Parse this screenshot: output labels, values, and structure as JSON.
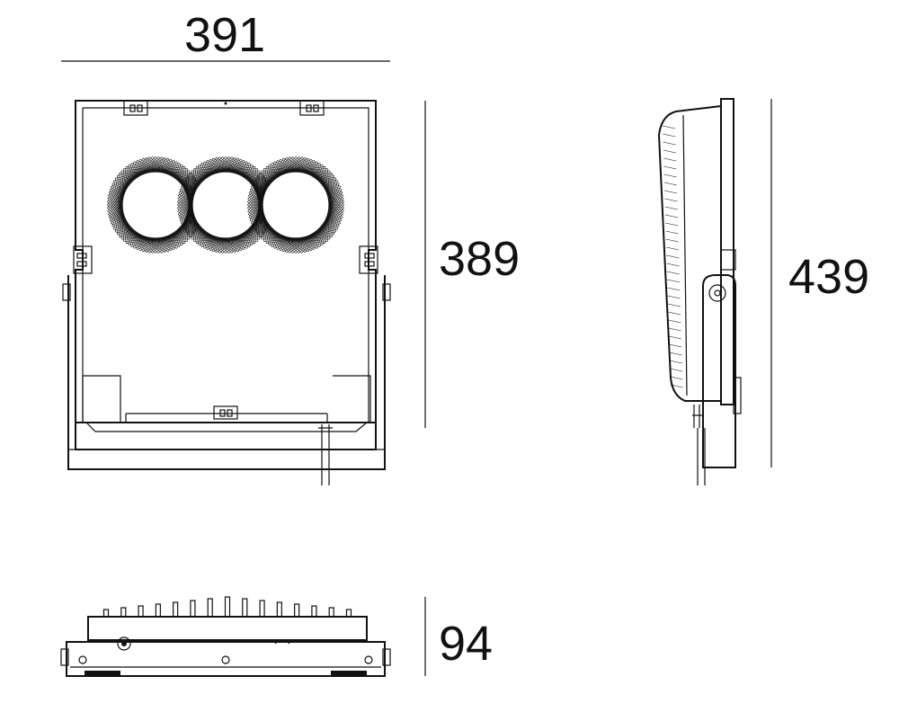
{
  "dimensions": {
    "front_width": "391",
    "front_height": "389",
    "side_height": "439",
    "depth": "94"
  },
  "colors": {
    "line": "#111111",
    "background": "#ffffff"
  },
  "lenses": {
    "count": 3
  },
  "fins": {
    "count": 15
  }
}
